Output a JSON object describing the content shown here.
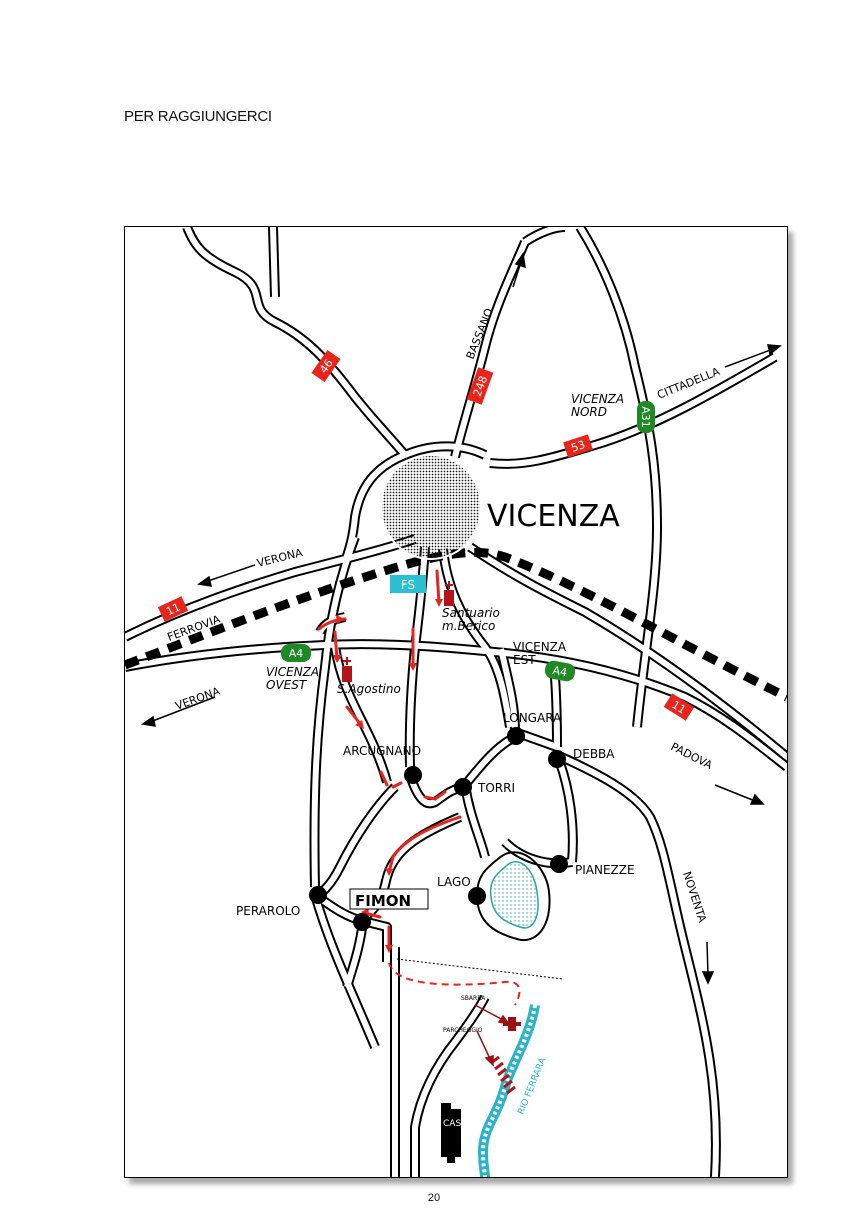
{
  "page": {
    "heading": "PER RAGGIUNGERCI",
    "page_number": "20"
  },
  "map": {
    "city": "VICENZA",
    "road_labels": {
      "verona_top": "VERONA",
      "verona_bottom": "VERONA",
      "ferrovia": "FERROVIA",
      "bassano": "BASSANO",
      "cittadella": "CITTADELLA",
      "padova": "PADOVA",
      "noventa": "NOVENTA"
    },
    "exits": {
      "vicenza_nord": [
        "VICENZA",
        "NORD"
      ],
      "vicenza_ovest": [
        "VICENZA",
        "OVEST"
      ],
      "vicenza_est": [
        "VICENZA",
        "EST"
      ]
    },
    "shields": {
      "ss46": "46",
      "ss248": "248",
      "ss53": "53",
      "ss11_west": "11",
      "ss11_east": "11",
      "a31": "A31",
      "a4_west": "A4",
      "a4_east": "A4"
    },
    "station": "FS",
    "churches": {
      "santuario": [
        "Santuario",
        "m.Berico"
      ],
      "s_agostino": "S.Agostino"
    },
    "places": {
      "longara": "LONGARA",
      "debba": "DEBBA",
      "arcugnano": "ARCUGNANO",
      "torri": "TORRI",
      "pianezze": "PIANEZZE",
      "lago": "LAGO",
      "perarolo": "PERAROLO",
      "fimon": "FIMON"
    },
    "detail": {
      "sbarra": "SBARRA",
      "parcheggio": "PARCHEGGIO",
      "casa": "CASA",
      "river": "RIO FERRARA"
    },
    "colors": {
      "route": "#e8251c",
      "state_road_shield": "#e8251c",
      "motorway_shield": "#1f8a25",
      "station_box": "#2bbfd3",
      "river": "#2bb3c8",
      "church": "#b2141a",
      "detail_marker": "#9b1214"
    }
  }
}
